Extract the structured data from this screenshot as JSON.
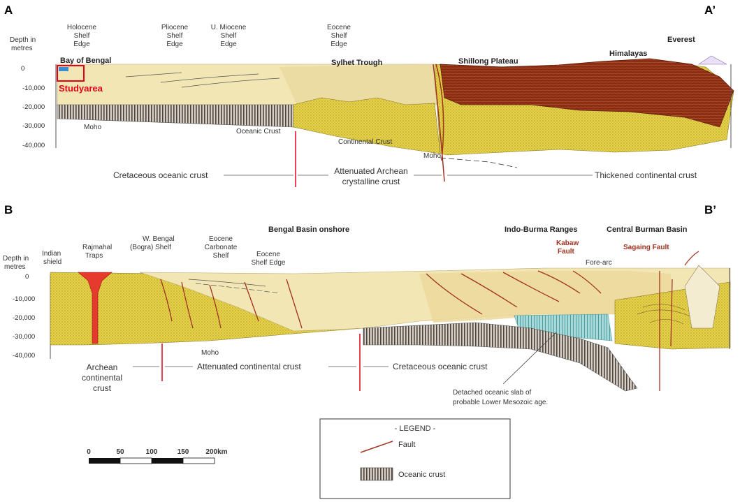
{
  "sectionA": {
    "id": "A",
    "id_end": "A’",
    "depth_title": [
      "Depth in",
      "metres"
    ],
    "depth_ticks": [
      "0",
      "-10,000",
      "-20,000",
      "-30,000",
      "-40,000"
    ],
    "shelf_labels": [
      [
        "Holocene",
        "Shelf",
        "Edge"
      ],
      [
        "Pliocene",
        "Shelf",
        "Edge"
      ],
      [
        "U. Miocene",
        "Shelf",
        "Edge"
      ],
      [
        "Eocene",
        "Shelf",
        "Edge"
      ]
    ],
    "bay": "Bay of Bengal",
    "study_area": "Studyarea",
    "sylhet": "Sylhet Trough",
    "shillong": "Shillong Plateau",
    "himalayas": "Himalayas",
    "everest": "Everest",
    "moho": "Moho",
    "moho2": "Moho",
    "oceanic": "Oceanic Crust",
    "continental": "Continental Crust",
    "crust_left": "Cretaceous oceanic crust",
    "crust_mid": [
      "Attenuated Archean",
      "crystalline crust"
    ],
    "crust_right": "Thickened continental crust"
  },
  "sectionB": {
    "id": "B",
    "id_end": "B’",
    "depth_title": [
      "Depth in",
      "metres"
    ],
    "depth_ticks": [
      "0",
      "-10,000",
      "-20,000",
      "-30,000",
      "-40,000"
    ],
    "indian_shield": [
      "Indian",
      "shield"
    ],
    "rajmahal": [
      "Rajmahal",
      "Traps"
    ],
    "wbengal": [
      "W. Bengal",
      "(Bogra) Shelf"
    ],
    "eocene_carb": [
      "Eocene",
      "Carbonate",
      "Shelf"
    ],
    "eocene_edge": [
      "Eocene",
      "Shelf Edge"
    ],
    "onshore": "Bengal Basin onshore",
    "indo_burma": "Indo-Burma Ranges",
    "central_burman": "Central Burman Basin",
    "kabaw": [
      "Kabaw",
      "Fault"
    ],
    "sagaing": "Sagaing Fault",
    "fore_arc": "Fore-arc",
    "moho": "Moho",
    "archean": [
      "Archean",
      "continental",
      "crust"
    ],
    "crust_left": "Attenuated continental crust",
    "crust_right": "Cretaceous oceanic crust",
    "slab": [
      "Detached oceanic slab of",
      "probable Lower Mesozoic age."
    ]
  },
  "legend": {
    "title": "- LEGEND -",
    "fault": "Fault",
    "oceanic": "Oceanic crust"
  },
  "scale": {
    "labels": [
      "0",
      "50",
      "100",
      "150",
      "200km"
    ]
  },
  "colors": {
    "sediment": "#f2e6b4",
    "crust_yellow": "#e8d44f",
    "himalaya_brown": "#8a2c12",
    "fault": "#a0331f",
    "slab": "#9fd6d6",
    "study_box": "#e3001b",
    "water": "#3a8fd1"
  }
}
